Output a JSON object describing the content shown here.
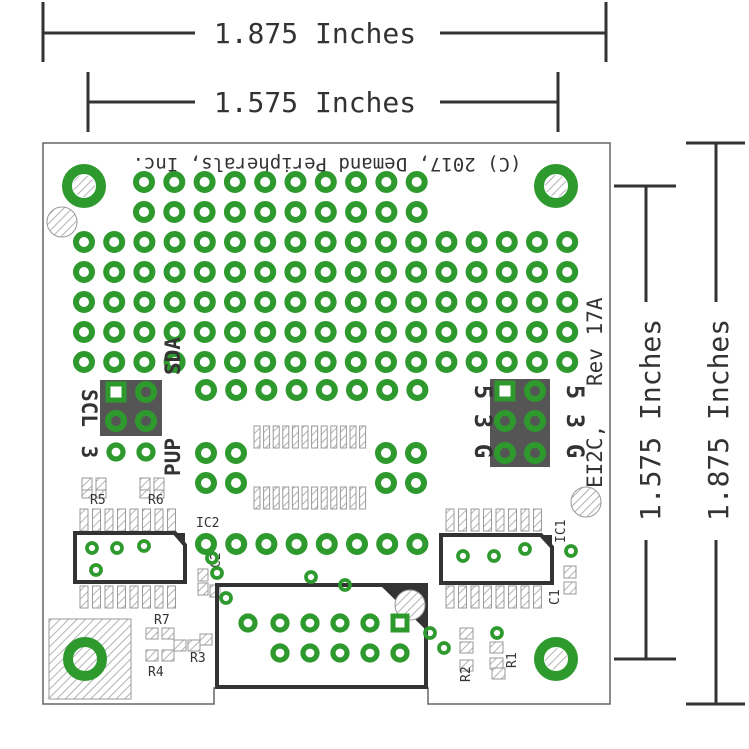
{
  "dimensions": {
    "outer_width": "1.875 Inches",
    "inner_width": "1.575 Inches",
    "inner_height": "1.575 Inches",
    "outer_height": "1.875 Inches"
  },
  "silkscreen": {
    "copyright": "(C) 2017, Demand Peripherals, Inc.",
    "revision": "Rev 17A",
    "ei2c": "EI2C,",
    "scl": "SCL",
    "sda": "SDA",
    "pup": "PUP",
    "left_3": "3",
    "right_pins": [
      "5",
      "3",
      "G"
    ],
    "left_pins": [
      "5",
      "3",
      "G"
    ]
  },
  "components": {
    "ic1": "IC1",
    "ic2": "IC2",
    "c1": "C1",
    "c2": "C2",
    "r1": "R1",
    "r2": "R2",
    "r3": "R3",
    "r4": "R4",
    "r5": "R5",
    "r6": "R6",
    "r7": "R7"
  },
  "colors": {
    "pad": "#2e9a2e",
    "pad_hole": "#ffffff",
    "silk": "#333333",
    "header_fill": "#555555",
    "hatch": "#aaaaaa",
    "board_outline": "#666666"
  }
}
